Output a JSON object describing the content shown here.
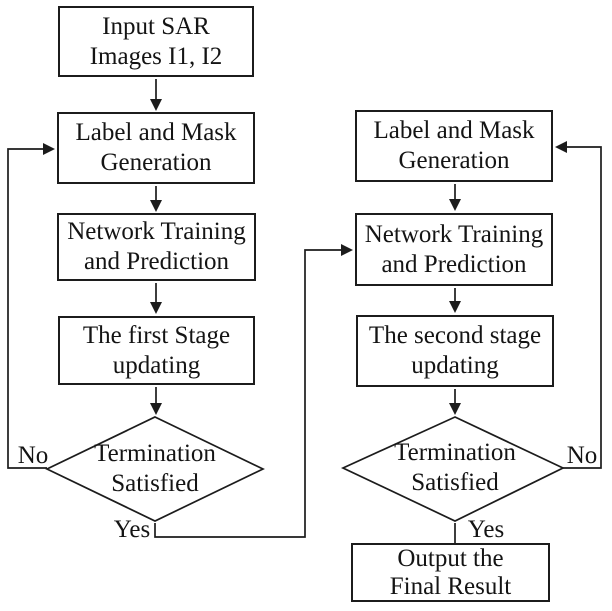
{
  "colors": {
    "background": "#ffffff",
    "line": "#1c1c1c",
    "text": "#141414"
  },
  "stage1": {
    "input_box": "Input SAR\nImages I1, I2",
    "label_mask_box": "Label and Mask\nGeneration",
    "network_box": "Network Training\nand Prediction",
    "update_box": "The first Stage\nupdating",
    "decision": "Termination\nSatisfied",
    "no_label": "No",
    "yes_label": "Yes"
  },
  "stage2": {
    "label_mask_box": "Label and Mask\nGeneration",
    "network_box": "Network Training\nand Prediction",
    "update_box": "The second stage\nupdating",
    "decision": "Termination\nSatisfied",
    "no_label": "No",
    "yes_label": "Yes",
    "output_box": "Output the\nFinal Result"
  }
}
